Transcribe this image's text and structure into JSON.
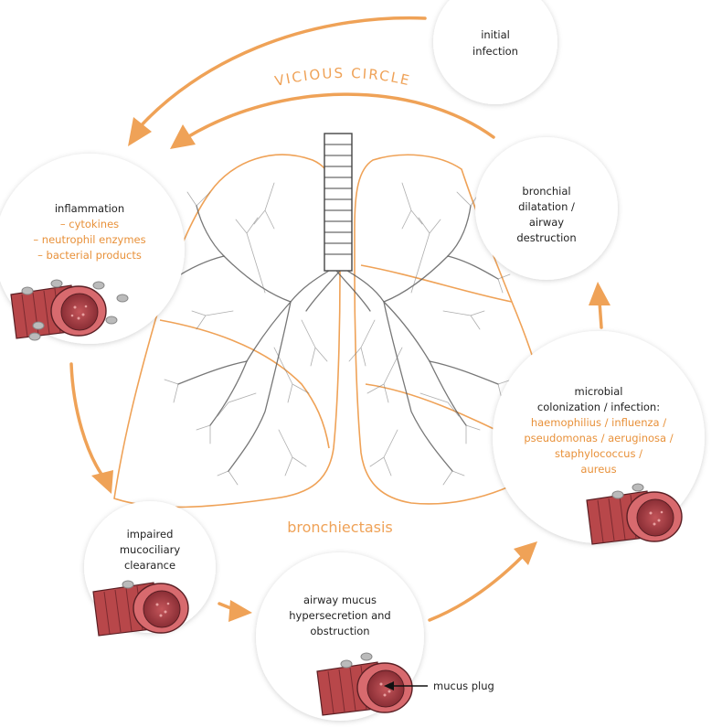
{
  "title_arc": "VICIOUS CIRCLE",
  "center_label": "bronchiectasis",
  "nodes": {
    "initial": {
      "lines": [
        "initial",
        "infection"
      ]
    },
    "inflammation": {
      "heading": "inflammation",
      "items": [
        "– cytokines",
        "– neutrophil enzymes",
        "– bacterial products"
      ]
    },
    "bronchial": {
      "lines": [
        "bronchial",
        "dilatation /",
        "airway",
        "destruction"
      ]
    },
    "microbial": {
      "lines": [
        "microbial",
        "colonization / infection:"
      ],
      "orange_lines": [
        "haemophilius / influenza /",
        "pseudomonas / aeruginosa /",
        "staphylococcus /",
        "aureus"
      ]
    },
    "impaired": {
      "lines": [
        "impaired",
        "mucociliary",
        "clearance"
      ]
    },
    "hypersecretion": {
      "lines": [
        "airway mucus",
        "hypersecretion and",
        "obstruction"
      ]
    }
  },
  "callout": "mucus plug",
  "colors": {
    "accent": "#efa257",
    "airway": "#b8474a",
    "airway_dark": "#7d2b30",
    "text": "#222222"
  }
}
